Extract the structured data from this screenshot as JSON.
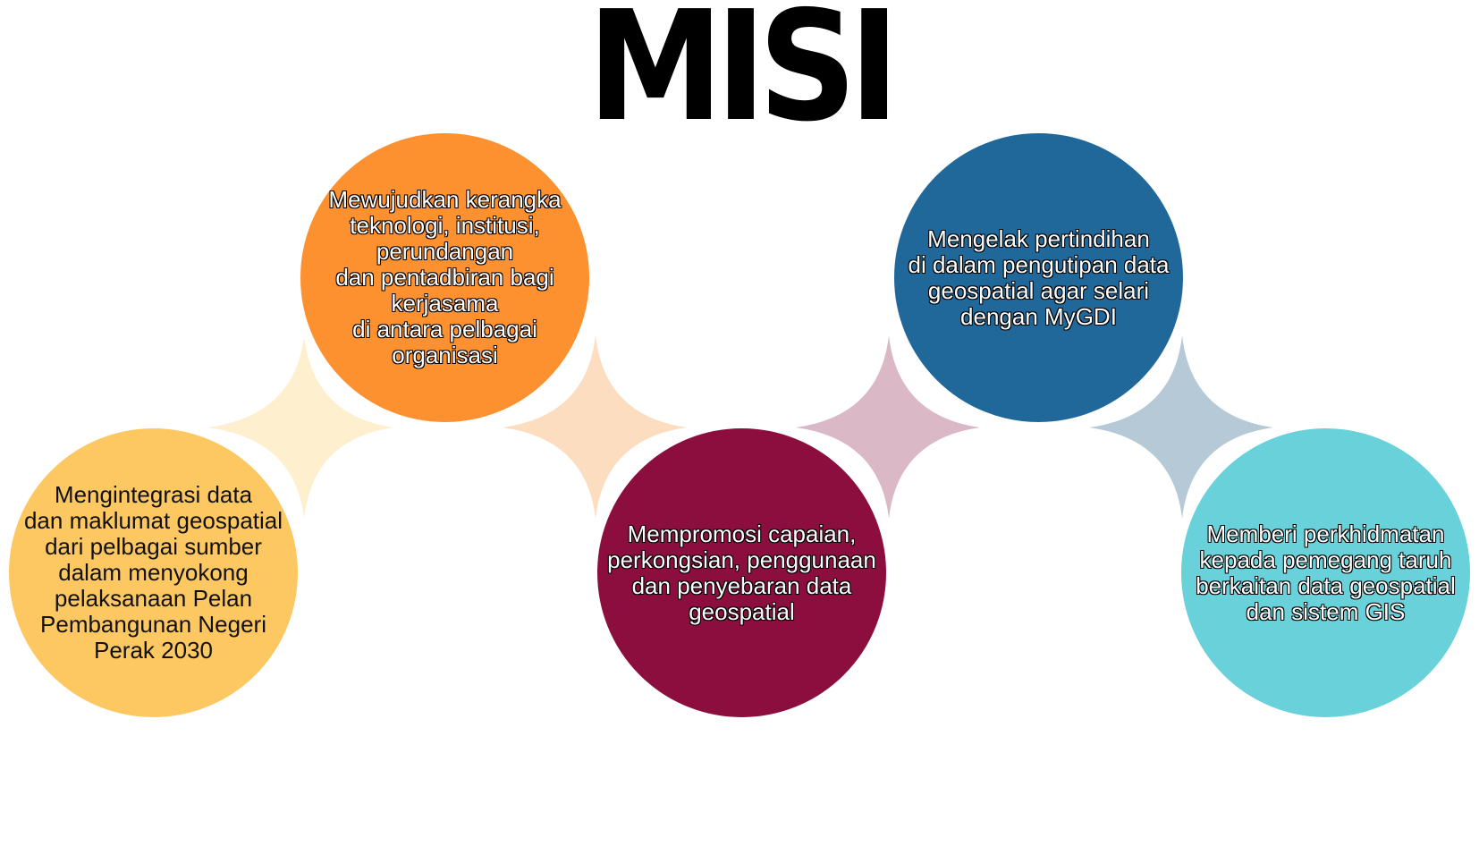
{
  "title": "MISI",
  "colors": {
    "circle_1": "#FDC862",
    "circle_2": "#FD9130",
    "circle_3": "#8B0E3E",
    "circle_4": "#21689A",
    "circle_5": "#69D1DA",
    "connector_1": "#FEEFCF",
    "connector_2": "#FDDDC0",
    "connector_3": "#DAB8C5",
    "connector_4": "#B5C9D6"
  },
  "missions": [
    {
      "text": "Mengintegrasi data\ndan maklumat geospatial\ndari pelbagai sumber\ndalam  menyokong\npelaksanaan Pelan\nPembangunan Negeri\nPerak 2030"
    },
    {
      "text": "Mewujudkan kerangka\nteknologi, institusi,\nperundangan\ndan pentadbiran bagi\nkerjasama\ndi antara pelbagai\norganisasi"
    },
    {
      "text": "Mempromosi capaian,\nperkongsian, penggunaan\ndan penyebaran data\ngeospatial"
    },
    {
      "text": "Mengelak pertindihan\ndi dalam pengutipan data\ngeospatial agar selari\ndengan MyGDI"
    },
    {
      "text": "Memberi perkhidmatan\nkepada pemegang taruh\nberkaitan data geospatial\ndan sistem GIS"
    }
  ]
}
